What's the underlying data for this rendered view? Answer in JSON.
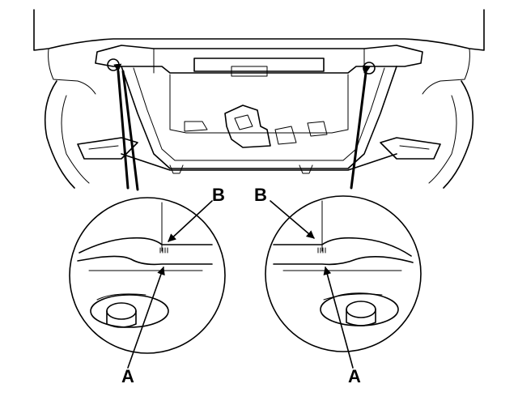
{
  "callouts": {
    "left_top": "B",
    "left_bottom": "A",
    "right_top": "B",
    "right_bottom": "A"
  },
  "colors": {
    "ink": "#000000",
    "background": "#ffffff"
  }
}
